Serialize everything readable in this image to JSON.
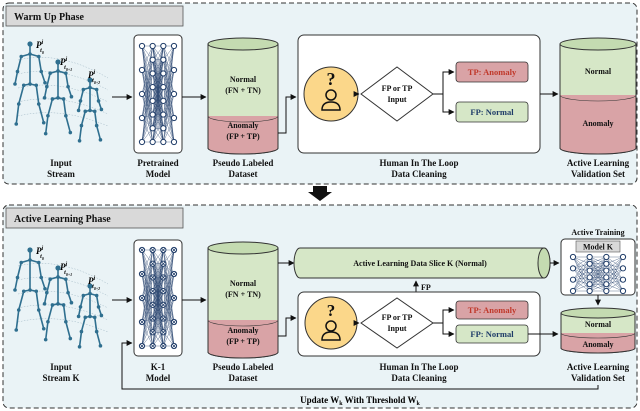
{
  "colors": {
    "panel_bg": "#eaf3f6",
    "phase_title_bg": "#d9d9d9",
    "green": "#d6e7c7",
    "green_dark": "#c4dbb1",
    "red": "#d9a3a6",
    "red_dark": "#c98a8e",
    "yellow": "#fbd78a",
    "tp_text": "#c0392b",
    "fp_text": "#1f3c68",
    "skeleton": "#2f6f8f",
    "network": "#1f3c68"
  },
  "warmup": {
    "title": "Warm Up Phase",
    "pose_labels": [
      {
        "base": "P",
        "sup": "i",
        "sub": "t",
        "subsub": "0"
      },
      {
        "base": "P",
        "sup": "i",
        "sub": "t",
        "subsub": "0+1"
      },
      {
        "base": "P",
        "sup": "i",
        "sub": "t",
        "subsub": "0+2"
      }
    ],
    "input_label": [
      "Input",
      "Stream"
    ],
    "model_label": [
      "Pretrained",
      "Model"
    ],
    "dataset_label": [
      "Pseudo Labeled",
      "Dataset"
    ],
    "cyl_normal": [
      "Normal",
      "(FN + TN)"
    ],
    "cyl_anomaly": [
      "Anomaly",
      "(FP + TP)"
    ],
    "decision": [
      "FP or TP",
      "Input"
    ],
    "tp_box": "TP: Anomaly",
    "fp_box": "FP: Normal",
    "hitl_label": [
      "Human In The Loop",
      "Data Cleaning"
    ],
    "val_normal": "Normal",
    "val_anomaly": "Anomaly",
    "val_label": [
      "Active Learning",
      "Validation Set"
    ]
  },
  "active": {
    "title": "Active Learning Phase",
    "pose_labels": [
      {
        "base": "P",
        "sup": "i",
        "sub": "t",
        "subsub": "0"
      },
      {
        "base": "P",
        "sup": "i",
        "sub": "t",
        "subsub": "0+1"
      },
      {
        "base": "P",
        "sup": "i",
        "sub": "t",
        "subsub": "0+2"
      }
    ],
    "input_label": [
      "Input",
      "Stream K"
    ],
    "model_label": [
      "K-1",
      "Model"
    ],
    "dataset_label": [
      "Pseudo Labeled",
      "Dataset"
    ],
    "cyl_normal": [
      "Normal",
      "(FN + TN)"
    ],
    "cyl_anomaly": [
      "Anomaly",
      "(FP + TP)"
    ],
    "slice_label": "Active Learning Data Slice K (Normal)",
    "fp_arrow": "FP",
    "decision": [
      "FP or TP",
      "Input"
    ],
    "tp_box": "TP: Anomaly",
    "fp_box": "FP: Normal",
    "hitl_label": [
      "Human In The Loop",
      "Data Cleaning"
    ],
    "training_title": "Active Training",
    "model_k": "Model K",
    "val_normal": "Normal",
    "val_anomaly": "Anomaly",
    "val_label": [
      "Active Learning",
      "Validation Set"
    ],
    "update": {
      "prefix": "Update W",
      "prefix_sub": "k",
      "mid": " With Threshold W",
      "suffix_sub": "k"
    }
  }
}
